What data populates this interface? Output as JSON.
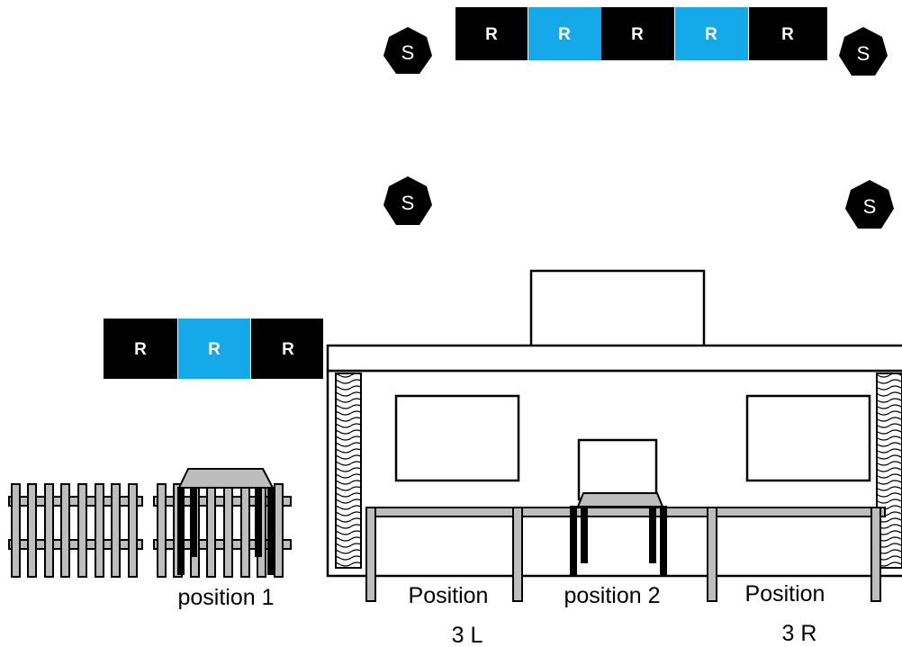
{
  "colors": {
    "r_dark": "#000000",
    "r_blue": "#16a9ea",
    "s_fill": "#000000",
    "fence": "#bdbdbd",
    "table": "#bdbdbd",
    "post": "#bdbdbd",
    "window_line": "#000000"
  },
  "receivers_top": [
    {
      "label": "R",
      "color": "dark"
    },
    {
      "label": "R",
      "color": "blue"
    },
    {
      "label": "R",
      "color": "dark"
    },
    {
      "label": "R",
      "color": "blue"
    },
    {
      "label": "R",
      "color": "dark"
    }
  ],
  "receivers_side": [
    {
      "label": "R",
      "color": "dark"
    },
    {
      "label": "R",
      "color": "blue"
    },
    {
      "label": "R",
      "color": "dark"
    }
  ],
  "speakers": [
    "S",
    "S",
    "S",
    "S"
  ],
  "positions": {
    "p1": "position 1",
    "p2": "position 2",
    "p3l_line1": "Position",
    "p3l_line2": "3 L",
    "p3r_line1": "Position",
    "p3r_line2": "3 R"
  }
}
